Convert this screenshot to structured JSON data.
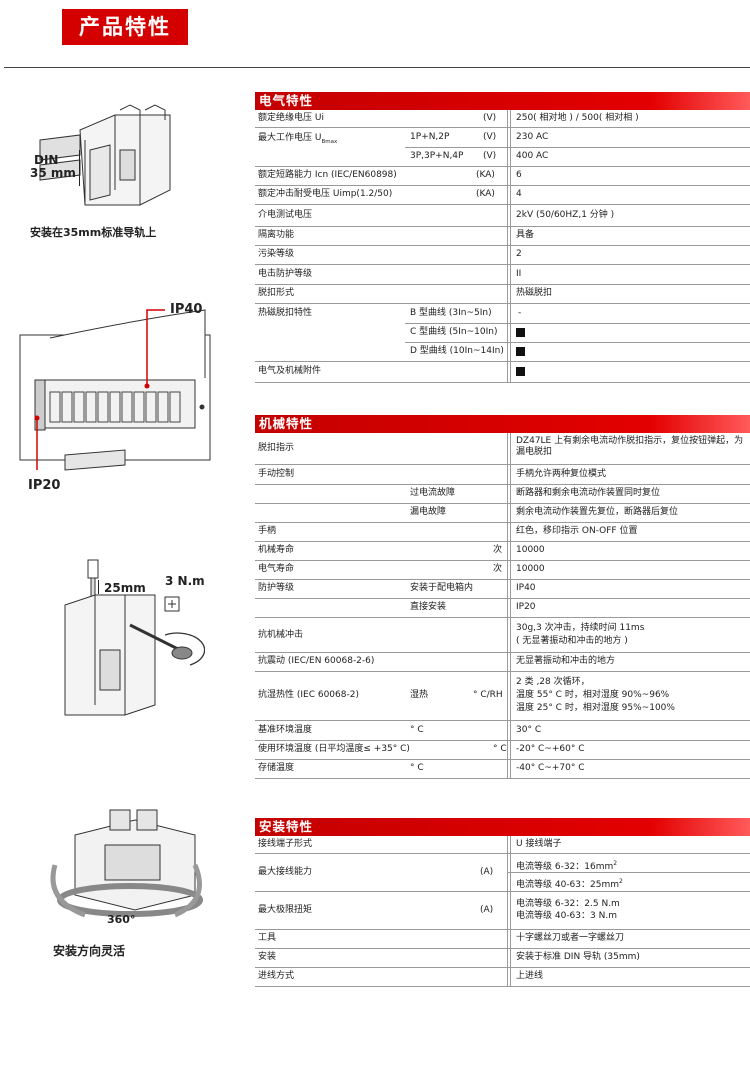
{
  "header": {
    "title": "产品特性"
  },
  "left": {
    "din_label": "DIN",
    "din_size": "35 mm",
    "caption1": "安装在35mm标准导轨上",
    "ip40": "IP40",
    "ip20": "IP20",
    "wire_length": "25mm",
    "torque": "3 N.m",
    "rotation": "360°",
    "caption2": "安装方向灵活"
  },
  "electrical": {
    "title": "电气特性",
    "rows": {
      "r1": {
        "name": "额定绝缘电压 Ui",
        "unit": "(V)",
        "value": "250( 相对地 ) / 500( 相对相 )"
      },
      "r2": {
        "name": "最大工作电压 U",
        "name_sub": "Bmax",
        "cond1": "1P+N,2P",
        "unit1": "(V)",
        "value1": "230 AC",
        "cond2": "3P,3P+N,4P",
        "unit2": "(V)",
        "value2": "400 AC"
      },
      "r3": {
        "name": "额定短路能力 Icn (IEC/EN60898)",
        "unit": "(KA)",
        "value": "6"
      },
      "r4": {
        "name": "额定冲击耐受电压 Uimp(1.2/50)",
        "unit": "(KA)",
        "value": "4"
      },
      "r5": {
        "name": "介电测试电压",
        "value": "2kV (50/60HZ,1 分钟 )"
      },
      "r6": {
        "name": "隔离功能",
        "value": "具备"
      },
      "r7": {
        "name": "污染等级",
        "value": "2"
      },
      "r8": {
        "name": "电击防护等级",
        "value": "II"
      },
      "r9": {
        "name": "脱扣形式",
        "value": "热磁脱扣"
      },
      "r10": {
        "name": "热磁脱扣特性",
        "c1": "B 型曲线 (3In~5In)",
        "v1": "-",
        "c2": "C 型曲线 (5In~10In)",
        "c3": "D 型曲线 (10In~14In)"
      },
      "r11": {
        "name": "电气及机械附件"
      }
    }
  },
  "mechanical": {
    "title": "机械特性",
    "rows": {
      "r1": {
        "name": "脱扣指示",
        "value": "DZ47LE 上有剩余电流动作脱扣指示，复位按钮弹起，为漏电脱扣"
      },
      "r2": {
        "name": "手动控制",
        "value": "手柄允许两种复位模式"
      },
      "r3": {
        "cond": "过电流故障",
        "value": "断路器和剩余电流动作装置同时复位"
      },
      "r4": {
        "cond": "漏电故障",
        "value": "剩余电流动作装置先复位，断路器后复位"
      },
      "r5": {
        "name": "手柄",
        "value": "红色，移印指示 ON-OFF 位置"
      },
      "r6": {
        "name": "机械寿命",
        "unit": "次",
        "value": "10000"
      },
      "r7": {
        "name": "电气寿命",
        "unit": "次",
        "value": "10000"
      },
      "r8": {
        "name": "防护等级",
        "cond": "安装于配电箱内",
        "value": "IP40"
      },
      "r9": {
        "cond": "直接安装",
        "value": "IP20"
      },
      "r10": {
        "name": "抗机械冲击",
        "value1": "30g,3 次冲击，持续时间 11ms",
        "value2": "( 无显著振动和冲击的地方 )"
      },
      "r11": {
        "name": "抗震动 (IEC/EN 60068-2-6)",
        "value": "无显著振动和冲击的地方"
      },
      "r12": {
        "name": "抗湿热性 (IEC 60068-2)",
        "cond": "湿热",
        "unit": "° C/RH",
        "v1": "2 类 ,28 次循环，",
        "v2": "温度 55° C 时，相对湿度 90%~96%",
        "v3": "温度 25° C 时，相对湿度 95%~100%"
      },
      "r13": {
        "name": "基准环境温度",
        "cond": "° C",
        "value": "30° C"
      },
      "r14": {
        "name": "使用环境温度 (日平均温度≤ +35° C)",
        "unit": "° C",
        "value": "-20° C~+60° C"
      },
      "r15": {
        "name": "存储温度",
        "cond": "° C",
        "value": "-40° C~+70° C"
      }
    }
  },
  "installation": {
    "title": "安装特性",
    "rows": {
      "r1": {
        "name": "接线端子形式",
        "value": "U 接线端子"
      },
      "r2": {
        "name": "最大接线能力",
        "unit": "(A)",
        "v1": "电流等级 6-32：16mm",
        "v2": "电流等级 40-63：25mm",
        "sup": "2"
      },
      "r3": {
        "name": "最大极限扭矩",
        "unit": "(A)",
        "v1": "电流等级 6-32：2.5 N.m",
        "v2": "电流等级 40-63：3 N.m"
      },
      "r4": {
        "name": "工具",
        "value": "十字螺丝刀或者一字螺丝刀"
      },
      "r5": {
        "name": "安装",
        "value": "安装于标准 DIN 导轨 (35mm)"
      },
      "r6": {
        "name": "进线方式",
        "value": "上进线"
      }
    }
  }
}
